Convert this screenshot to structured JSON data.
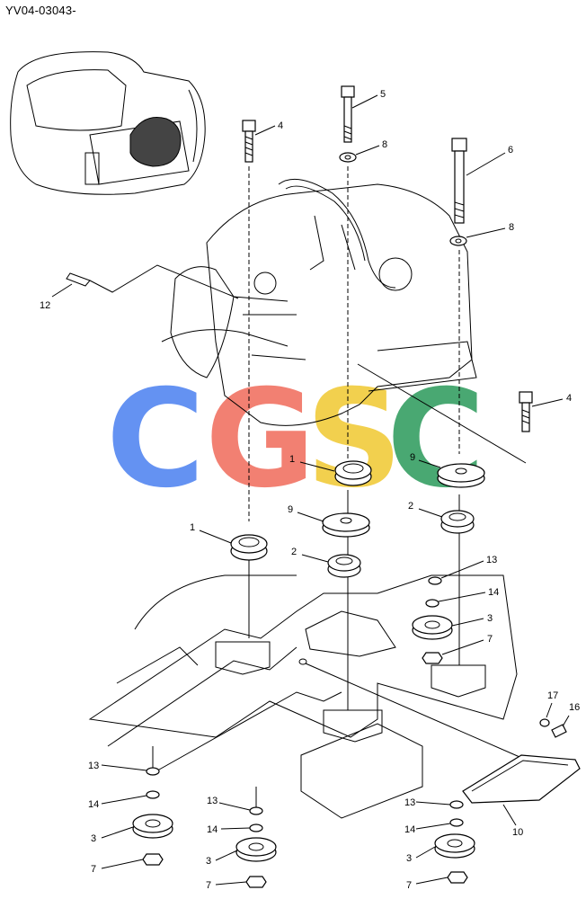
{
  "header": {
    "code": "YV04-03043-"
  },
  "watermark": {
    "letters": [
      "C",
      "G",
      "S",
      "C"
    ],
    "colors": [
      "#4a7ff0",
      "#f06a5a",
      "#f0c830",
      "#2a9a5a"
    ]
  },
  "callouts": {
    "c1": "1",
    "c1b": "1",
    "c2": "2",
    "c2b": "2",
    "c3a": "3",
    "c3b": "3",
    "c3c": "3",
    "c3d": "3",
    "c4a": "4",
    "c4b": "4",
    "c5": "5",
    "c6": "6",
    "c7a": "7",
    "c7b": "7",
    "c7c": "7",
    "c7d": "7",
    "c8a": "8",
    "c8b": "8",
    "c9a": "9",
    "c9b": "9",
    "c10": "10",
    "c12": "12",
    "c13a": "13",
    "c13b": "13",
    "c13c": "13",
    "c13d": "13",
    "c14a": "14",
    "c14b": "14",
    "c14c": "14",
    "c14d": "14",
    "c16": "16",
    "c17": "17"
  }
}
